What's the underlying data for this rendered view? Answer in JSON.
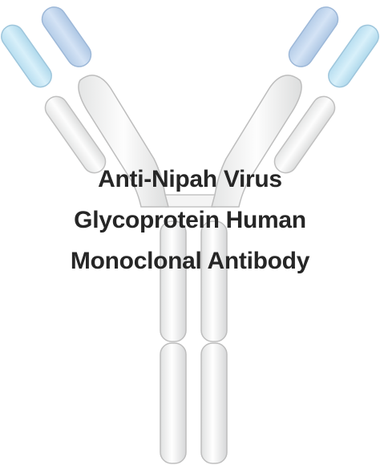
{
  "title": {
    "line1": "Anti-Nipah Virus",
    "line2": "Glycoprotein Human",
    "line3": "Monoclonal Antibody"
  },
  "colors": {
    "heavy_chain_variable": "#c6d9f1",
    "light_chain_variable": "#c9e9f6",
    "constant_domain": "#efefef",
    "outline": "#bfbfbf",
    "text": "#262626"
  },
  "icons": {
    "figure": "antibody-y-shape-icon"
  }
}
